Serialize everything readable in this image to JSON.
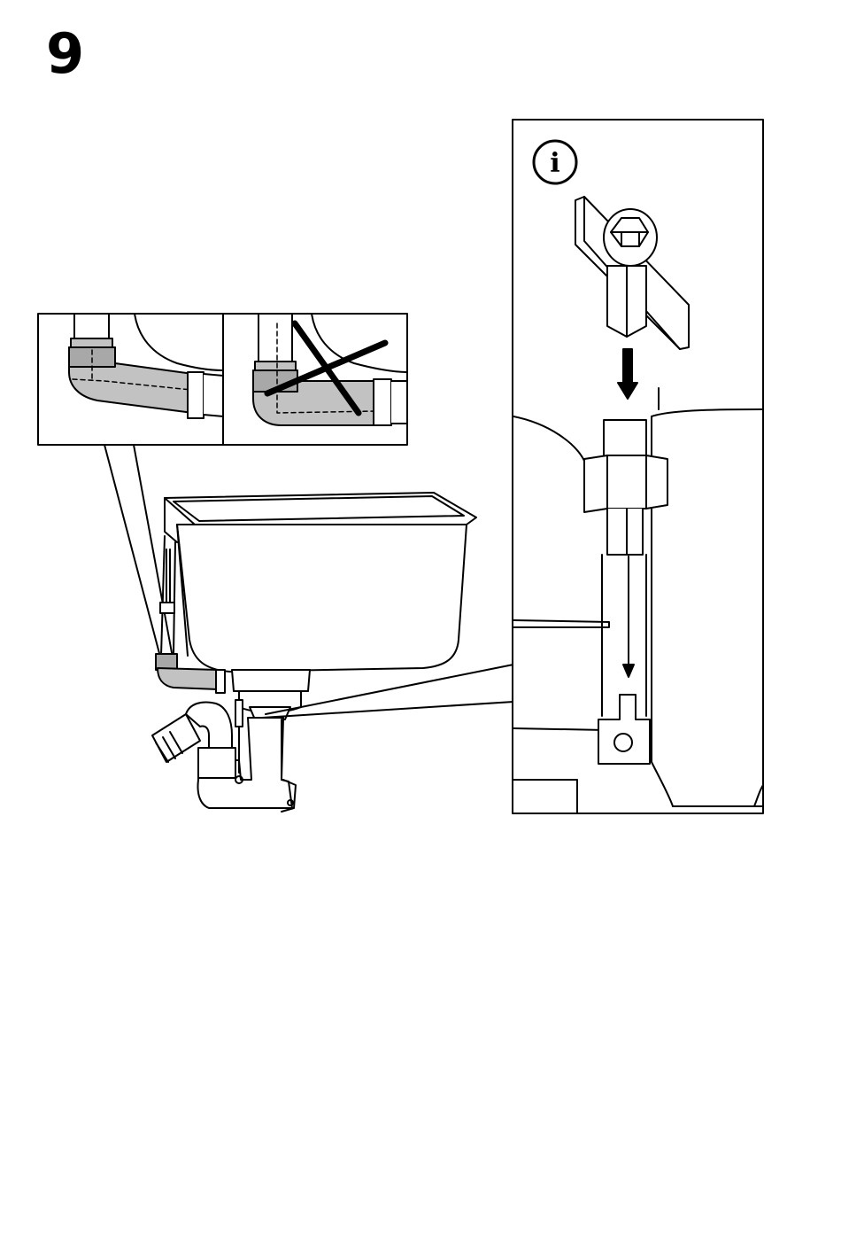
{
  "step": {
    "number": "9"
  },
  "info_panel": {
    "icon": "info-icon",
    "letter": "i"
  },
  "detail_insets": [
    {
      "name": "correct-pipe-connection",
      "status": "correct"
    },
    {
      "name": "incorrect-pipe-connection",
      "status": "incorrect",
      "mark": "cross-mark-icon"
    }
  ],
  "colors": {
    "line": "#000000",
    "pipe_fill": "#c2c2c2",
    "pipe_dark": "#a8a8a8",
    "background": "#ffffff"
  }
}
